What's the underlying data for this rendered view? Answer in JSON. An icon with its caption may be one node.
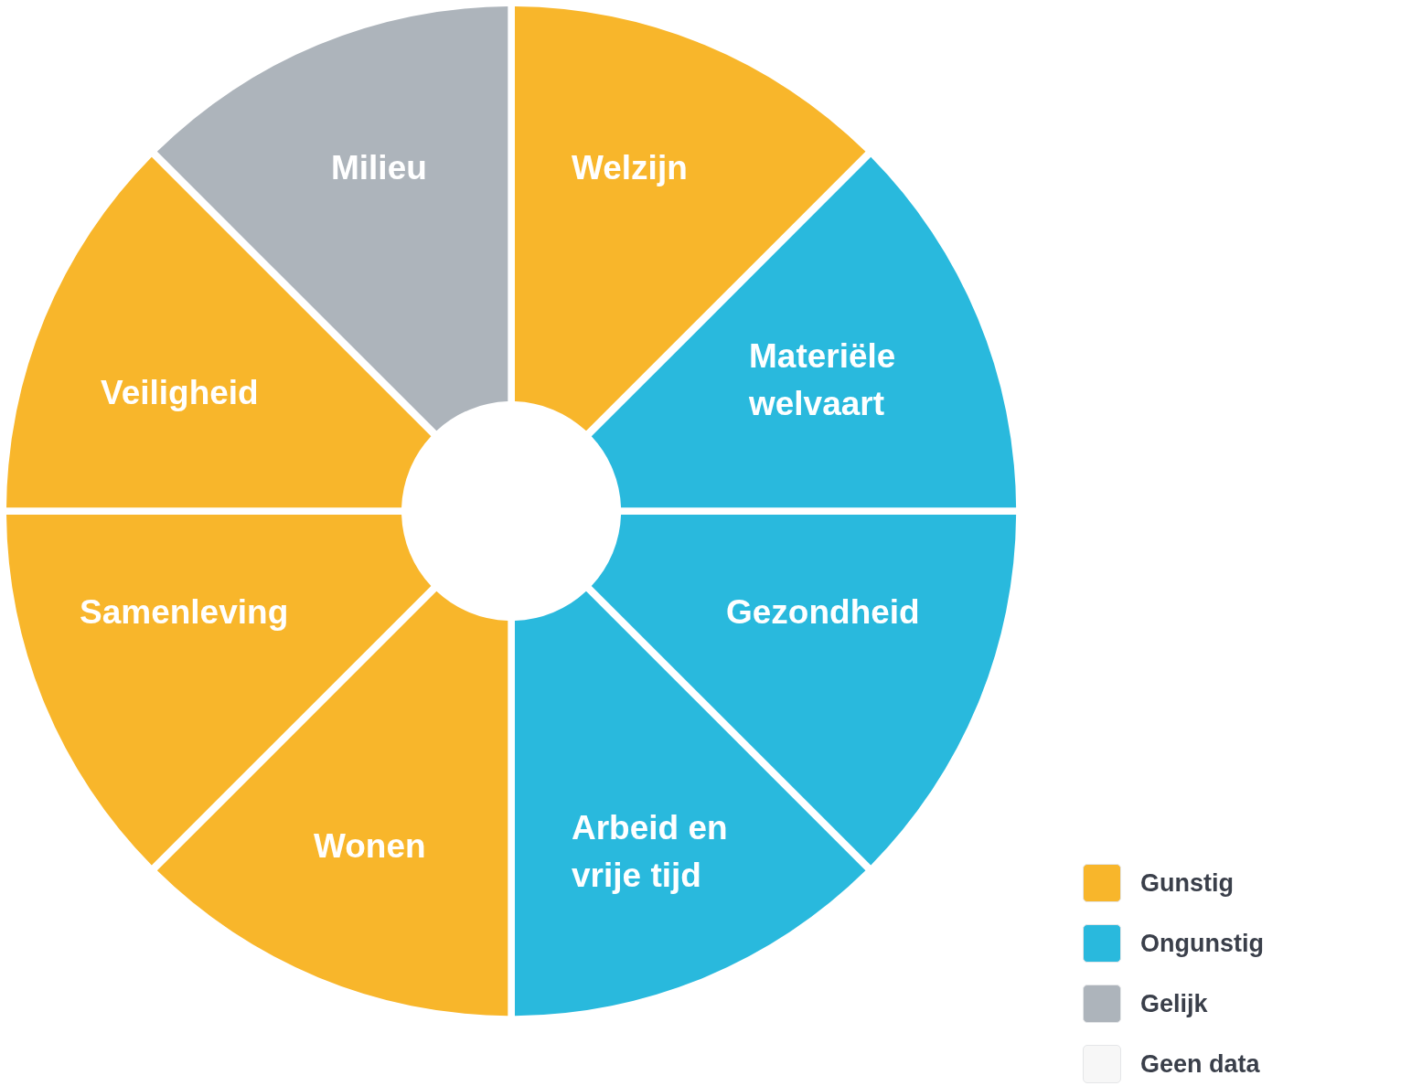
{
  "diagram": {
    "nodes": [
      {
        "text": [
          "Welzijn"
        ]
      },
      {
        "text": [
          "Materiële welvaart"
        ]
      },
      {
        "text": [
          "Gezondheid"
        ]
      },
      {
        "text": [
          "Arbeid en vrije tijd"
        ]
      },
      {
        "text": [
          "Wonen"
        ]
      },
      {
        "text": [
          "Samenleving"
        ]
      },
      {
        "text": [
          "Veiligheid"
        ]
      },
      {
        "text": [
          "Milieu"
        ]
      }
    ],
    "legend": [
      {
        "text": "Gunstig",
        "color": "#f8b62b"
      },
      {
        "text": "Ongunstig",
        "color": "#29b9dd"
      },
      {
        "text": "Gelijk",
        "color": "#adb4bb"
      },
      {
        "text": "Geen data",
        "color": "#f7f7f7"
      }
    ]
  }
}
